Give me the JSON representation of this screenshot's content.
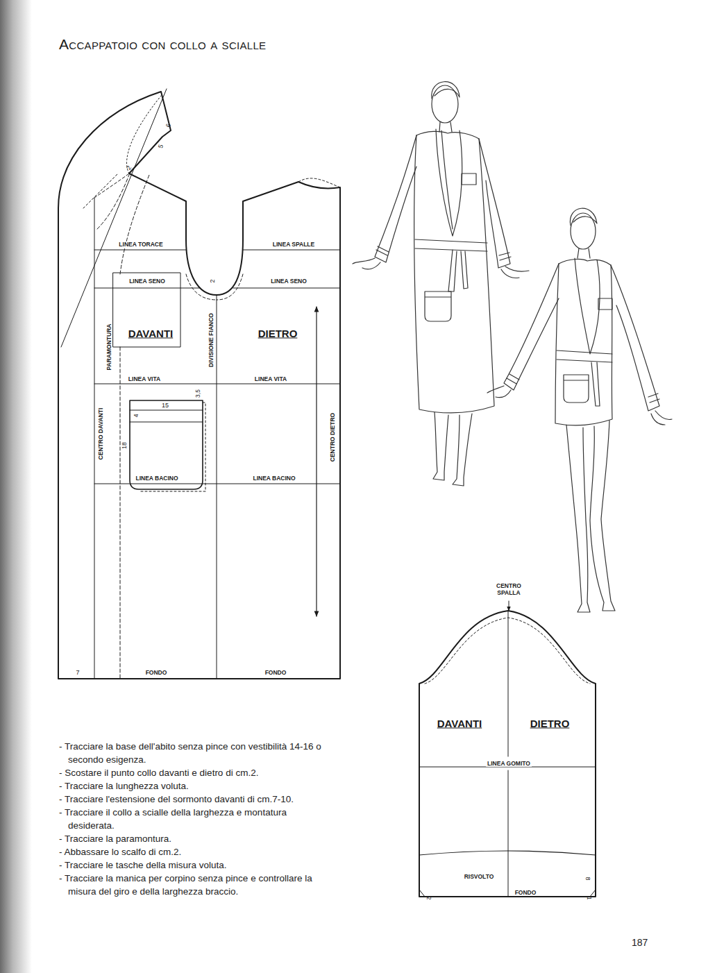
{
  "diagram": {
    "title": "Accappatoio con collo a scialle",
    "nodes": [
      {
        "text": [
          "DAVANTI",
          "DIETRO"
        ]
      },
      {
        "text": [
          "DAVANTI",
          "DIETRO"
        ]
      }
    ],
    "labels": [
      "6",
      "5",
      "2",
      "LINEA TORACE",
      "LINEA SPALLE",
      "LINEA SENO",
      "LINEA SENO",
      "2",
      "PARAMONTURA",
      "DIVISIONE FIANCO",
      "LINEA VITA",
      "LINEA VITA",
      "3,5",
      "15",
      "4",
      "18",
      "CENTRO DAVANTI",
      "CENTRO DIETRO",
      "LINEA BACINO",
      "LINEA BACINO",
      "7",
      "FONDO",
      "FONDO",
      "CENTRO SPALLA",
      "LINEA GOMITO",
      "RISVOLTO",
      "8",
      "FONDO",
      "2",
      "1",
      "- Tracciare la base dell'abito senza pince con vestibilità 14-16 o secondo esigenza.",
      "- Scostare il punto collo davanti e dietro di cm.2.",
      "- Tracciare la lunghezza voluta.",
      "- Tracciare l'estensione del sormonto davanti di cm.7-10.",
      "- Tracciare il collo a scialle della larghezza e montatura desiderata.",
      "- Tracciare la paramontura.",
      "- Abbassare lo scalfo di cm.2.",
      "- Tracciare le tasche della misura voluta.",
      "- Tracciare la manica per corpino senza pince e controllare la misura del giro e della larghezza braccio.",
      "187"
    ]
  }
}
